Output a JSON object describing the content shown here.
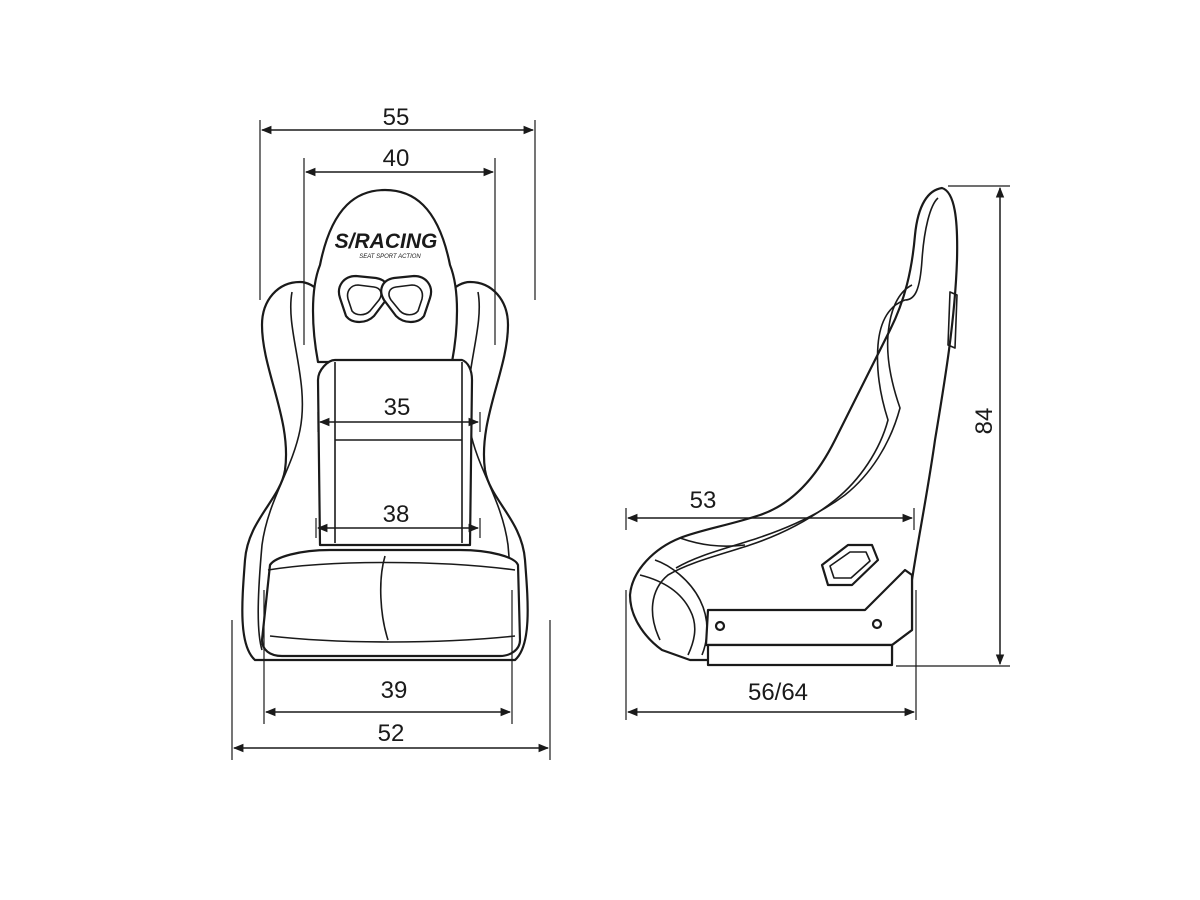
{
  "diagram": {
    "logo": {
      "brand": "S/RACING",
      "tagline": "SEAT SPORT ACTION"
    },
    "front_view": {
      "dimensions": {
        "overall_width_top": "55",
        "backrest_width": "40",
        "back_width": "35",
        "seat_width": "38",
        "base_width": "39",
        "overall_width_bottom": "52"
      }
    },
    "side_view": {
      "dimensions": {
        "cushion_depth": "53",
        "overall_depth": "56/64",
        "height": "84"
      }
    },
    "colors": {
      "line": "#1a1a1a",
      "background": "#ffffff"
    }
  }
}
